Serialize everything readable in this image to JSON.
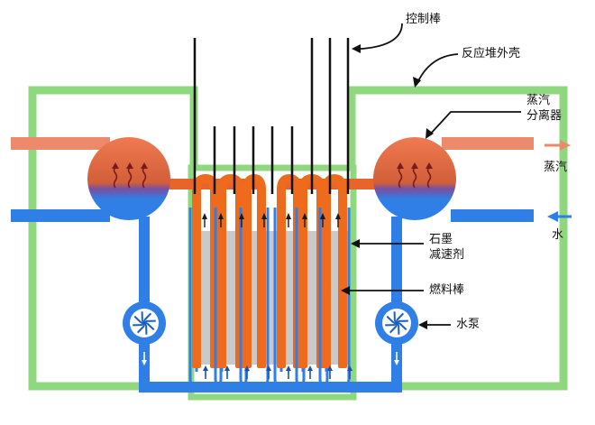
{
  "labels": {
    "control_rod": "控制棒",
    "reactor_shell": "反应堆外壳",
    "steam_separator_line1": "蒸汽",
    "steam_separator_line2": "分离器",
    "steam_out": "蒸汽",
    "graphite_line1": "石墨",
    "graphite_line2": "减速剂",
    "fuel_rod": "燃料棒",
    "water_in": "水",
    "water_pump": "水泵"
  },
  "colors": {
    "shell": "#8fd880",
    "water": "#2f7fe6",
    "water_dark": "#1c5fc4",
    "steam": "#ee8a6c",
    "fuel": "#ee6a1c",
    "fuel_dark": "#c94d0c",
    "graphite": "#c9c9c9",
    "rod": "#111111",
    "separator_top": "#ef7a55",
    "separator_mid": "#c8562f"
  },
  "icons": {
    "steam_arrow": "wavy-up-arrow-icon",
    "pump": "pump-impeller-icon",
    "flow_up": "up-arrow-icon",
    "flow_down": "down-arrow-icon",
    "steam_out": "right-arrow-icon",
    "water_in": "left-arrow-icon"
  }
}
